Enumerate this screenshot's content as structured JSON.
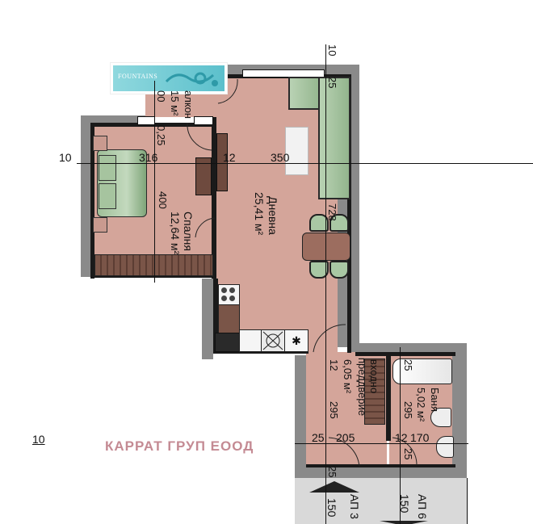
{
  "logo": {
    "text": "FOUNTAINS",
    "colors": {
      "bg": "#6ccbd4",
      "accent": "#2e9aa8"
    }
  },
  "company": {
    "name": "КАРРАТ ГРУП ЕООД",
    "color": "#c48a93"
  },
  "rooms": [
    {
      "id": "living",
      "name": "Дневна",
      "area": "25,41 м²"
    },
    {
      "id": "bedroom",
      "name": "Спалня",
      "area": "12,64 м²"
    },
    {
      "id": "balcony",
      "name": "Балкон",
      "area": "1,15 м²"
    },
    {
      "id": "hallway",
      "name": "Входно преддверие",
      "area": "6,05 м²"
    },
    {
      "id": "bathroom",
      "name": "Баня",
      "area": "5,02 м²"
    }
  ],
  "labels": {
    "balcony_partial": "алкон",
    "balcony_area_partial": "15 м²",
    "hall_label_a": "преддверие",
    "hall_label_b": "входно"
  },
  "dimensions": {
    "left_10": "10",
    "d316": "316",
    "d12a": "12",
    "d350": "350",
    "d400": "400",
    "d025": "0,25",
    "d00": "00",
    "top_10": "10",
    "d25_top": "25",
    "d728": "728",
    "hall_12": "12",
    "hall_295": "295",
    "bath_25": "25",
    "bath_295": "295",
    "bottom_25a": "25",
    "bottom_205": "205",
    "bottom_12": "12",
    "bottom_170": "170",
    "bottom_25b": "25",
    "bottom_25c": "25",
    "bottom_left_10": "10",
    "ap3_150": "150",
    "ap6_150": "150"
  },
  "neighbors": [
    {
      "id": "ap3",
      "label": "АП 3"
    },
    {
      "id": "ap6",
      "label": "АП 6"
    }
  ],
  "colors": {
    "floor": "#d4a59a",
    "wall": "#1a1a1a",
    "outer_wall": "#8a8a8a",
    "furniture_green": "#a9c8a4",
    "wood": "#6e4a3e",
    "corridor": "#d9d9d9"
  }
}
